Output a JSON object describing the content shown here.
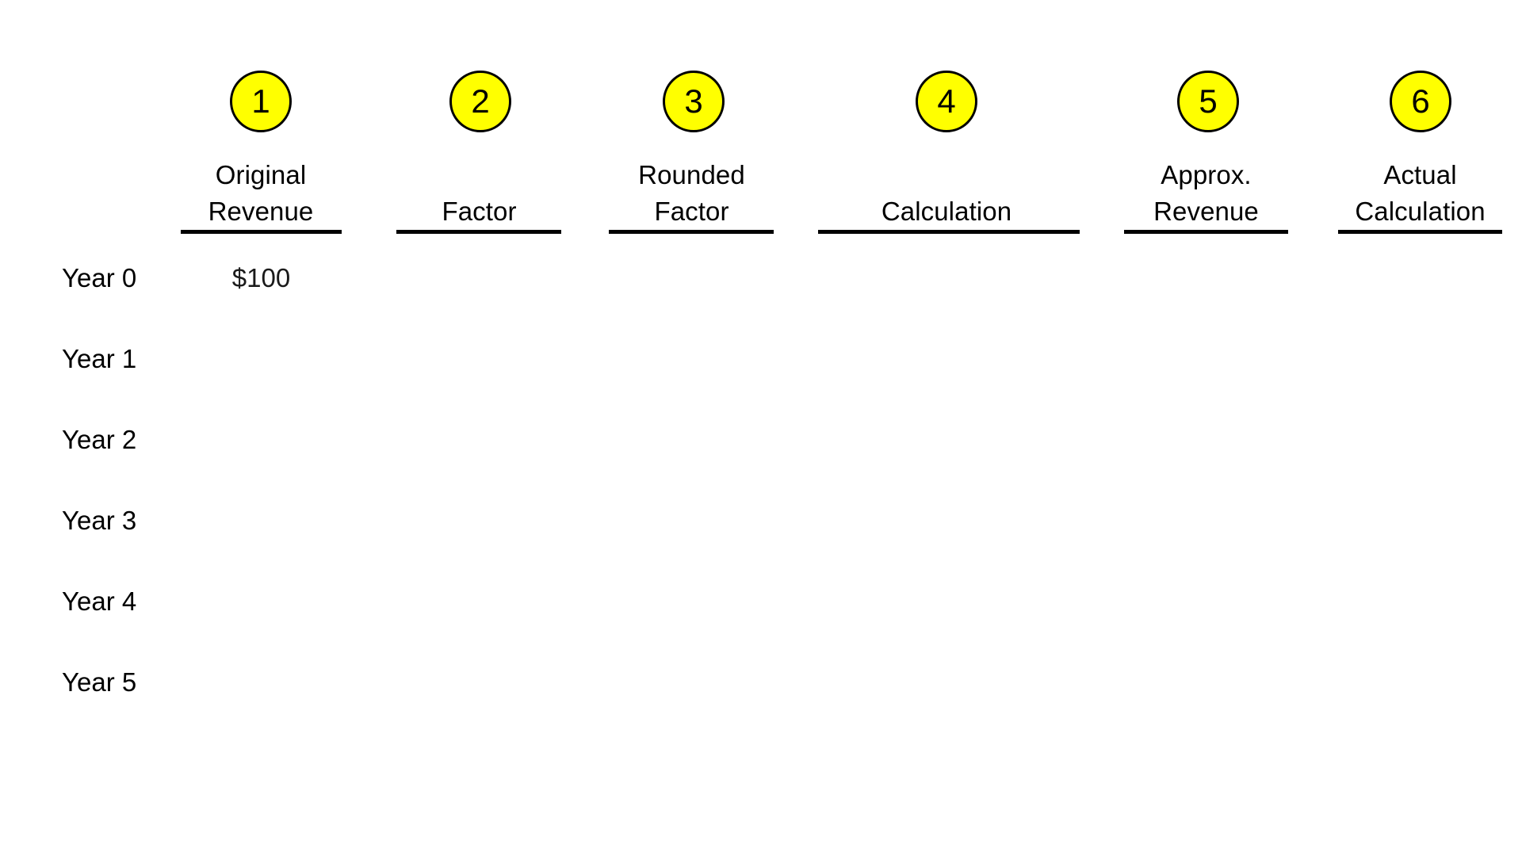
{
  "page": {
    "background_color": "#FFFFFF",
    "badge_fill_color": "#FFFF00",
    "badge_border_color": "#000000",
    "text_color": "#000000"
  },
  "columns": [
    {
      "step": "1",
      "label": "Original\nRevenue"
    },
    {
      "step": "2",
      "label": "Factor"
    },
    {
      "step": "3",
      "label": "Rounded\nFactor"
    },
    {
      "step": "4",
      "label": "Calculation"
    },
    {
      "step": "5",
      "label": "Approx.\nRevenue"
    },
    {
      "step": "6",
      "label": "Actual\nCalculation"
    }
  ],
  "rows": [
    {
      "label": "Year 0"
    },
    {
      "label": "Year 1"
    },
    {
      "label": "Year 2"
    },
    {
      "label": "Year 3"
    },
    {
      "label": "Year 4"
    },
    {
      "label": "Year 5"
    }
  ],
  "cells": [
    {
      "row": "Year 0",
      "column": "Original Revenue",
      "value": "$100"
    }
  ]
}
